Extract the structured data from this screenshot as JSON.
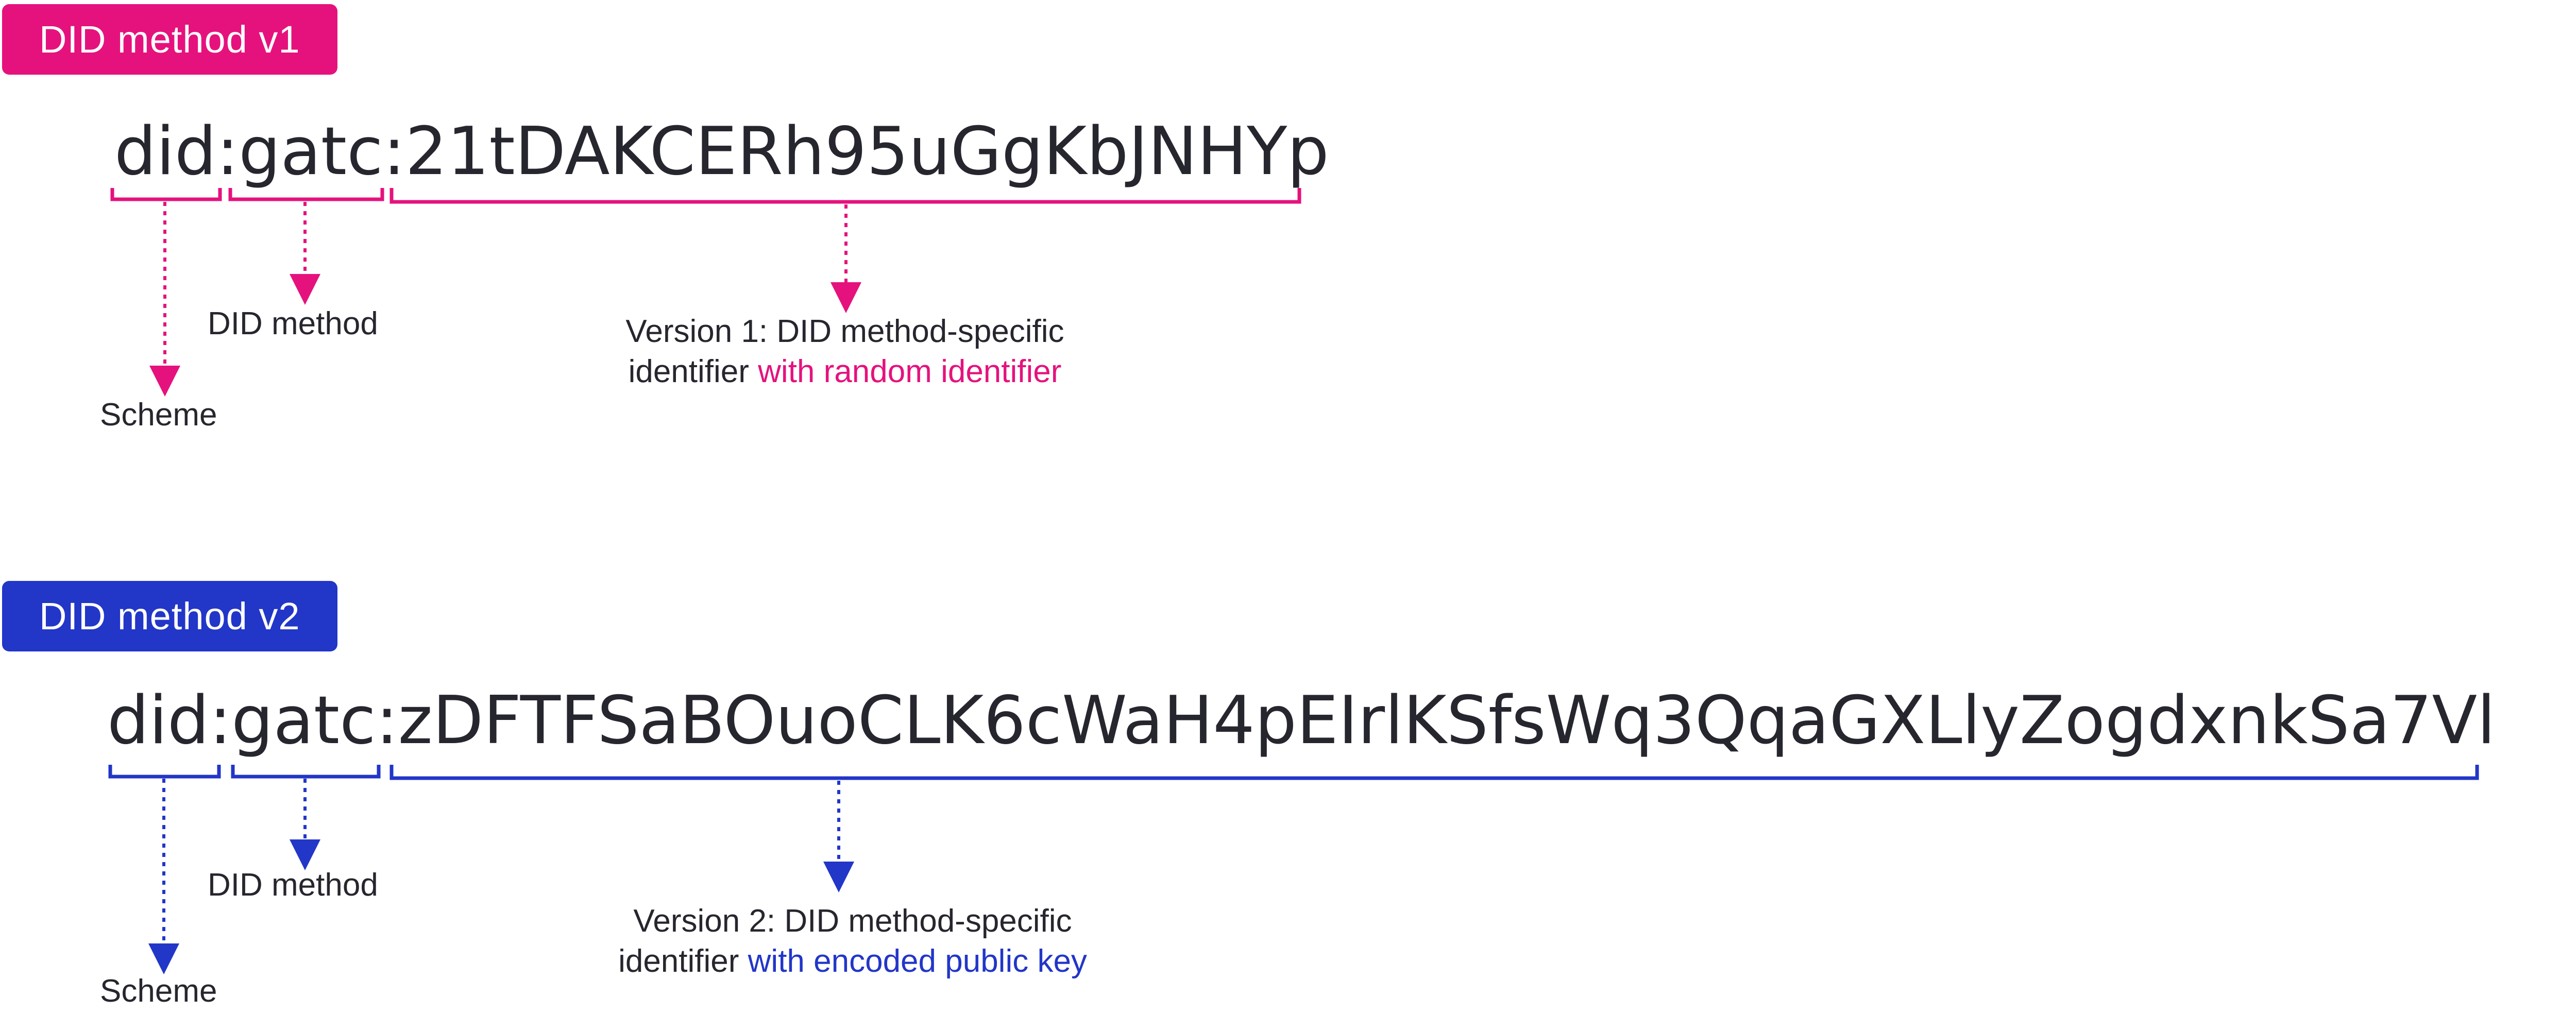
{
  "colors": {
    "v1_accent": "#e5127d",
    "v2_accent": "#2236c8",
    "text": "#26262e",
    "badge_text": "#ffffff"
  },
  "v1": {
    "badge": "DID method v1",
    "scheme": "did:",
    "method": "gatc:",
    "identifier": "21tDAKCERh95uGgKbJNHYp",
    "label_method": "DID method",
    "label_scheme": "Scheme",
    "label_identifier_line1": "Version 1: DID method-specific",
    "label_identifier_line2_plain": "identifier ",
    "label_identifier_line2_accent": "with random identifier"
  },
  "v2": {
    "badge": "DID method v2",
    "scheme": "did:",
    "method": "gatc:",
    "identifier": "zDFTFSaBOuoCLK6cWaH4pEIrlKSfsWq3QqaGXLlyZogdxnkSa7Vl",
    "label_method": "DID method",
    "label_scheme": "Scheme",
    "label_identifier_line1": "Version 2: DID method-specific",
    "label_identifier_line2_plain": "identifier ",
    "label_identifier_line2_accent": "with encoded public key"
  }
}
